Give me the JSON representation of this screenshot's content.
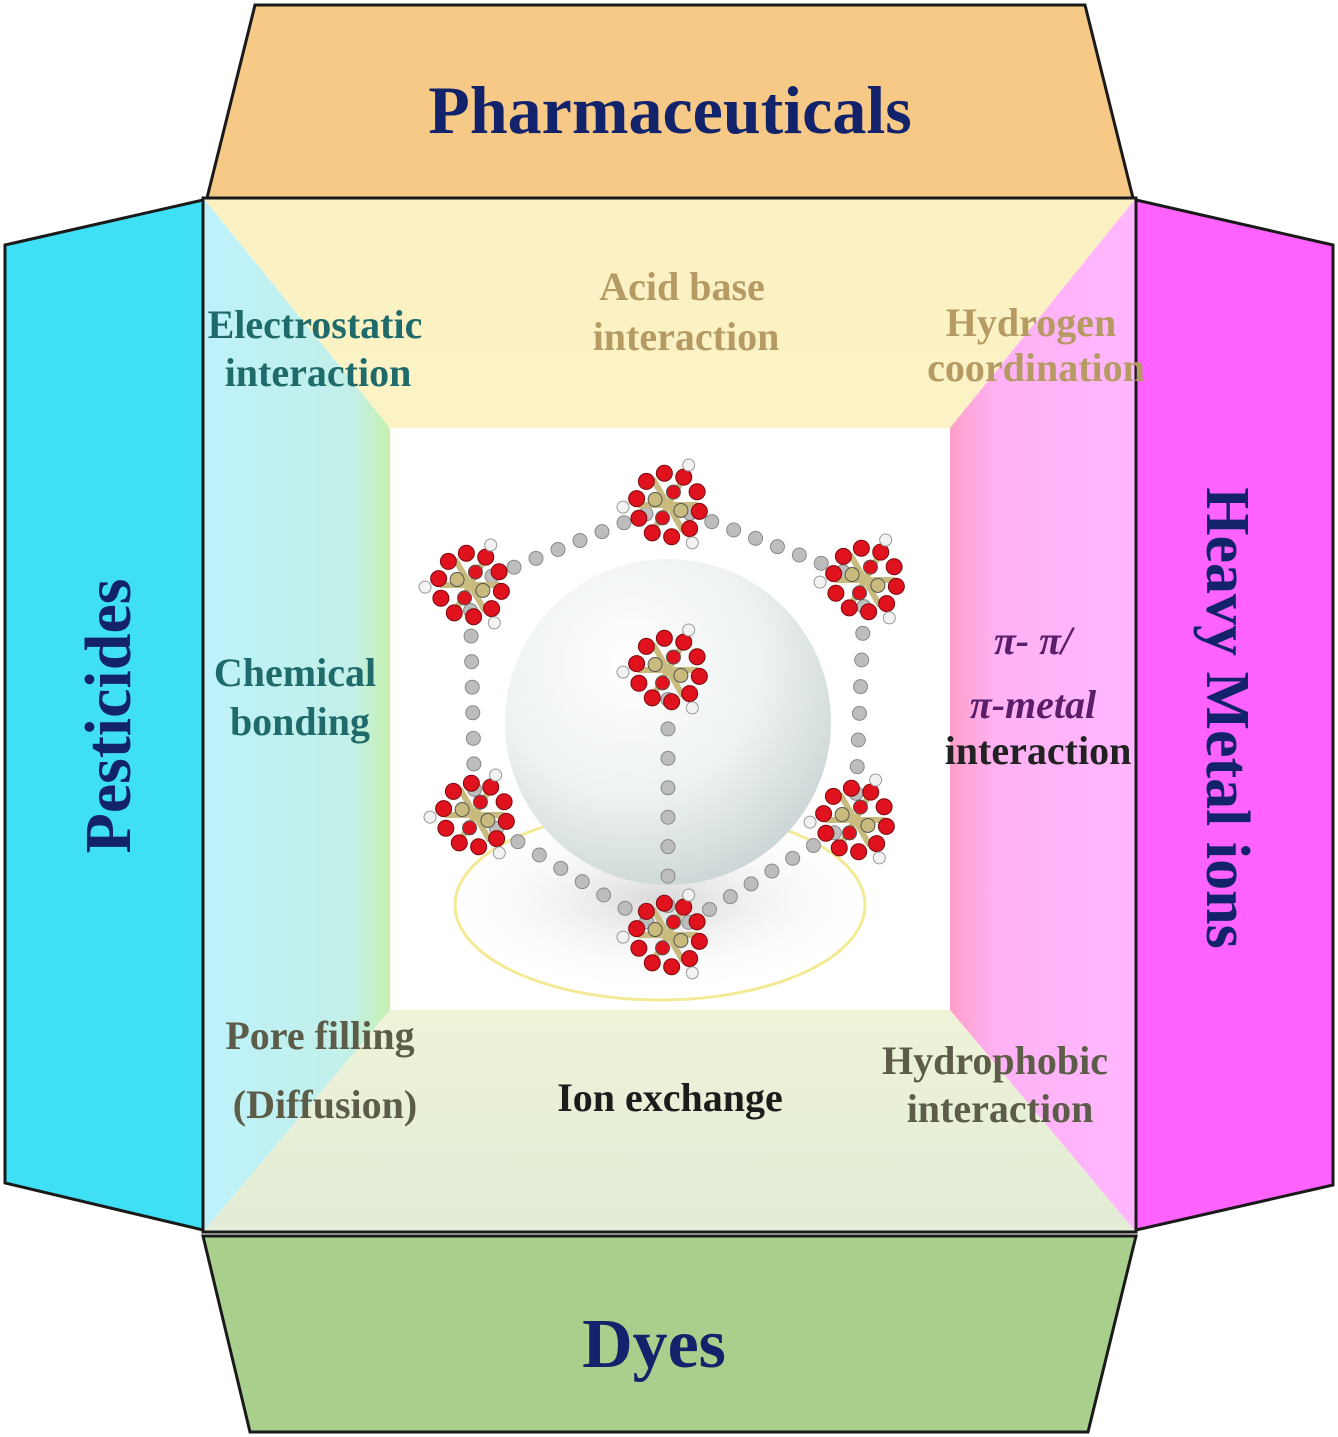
{
  "flaps": {
    "top": {
      "label": "Pharmaceuticals",
      "color": "#f7c987"
    },
    "left": {
      "label": "Pesticides",
      "color": "#3fe0f5"
    },
    "right": {
      "label": "Heavy Metal ions",
      "color": "#ff62ff"
    },
    "bottom": {
      "label": "Dyes",
      "color": "#a8d08c"
    }
  },
  "mechanisms": {
    "electrostatic": [
      "Electrostatic",
      "interaction"
    ],
    "acid_base": [
      "Acid base",
      "interaction"
    ],
    "hydrogen": [
      "Hydrogen",
      "coordination"
    ],
    "chemical": [
      "Chemical",
      "bonding"
    ],
    "pi": [
      "π- π/",
      "π-metal",
      "interaction"
    ],
    "pore": [
      "Pore filling",
      "(Diffusion)"
    ],
    "ion_exchange": "Ion exchange",
    "hydrophobic": [
      "Hydrophobic",
      "interaction"
    ]
  },
  "colors": {
    "inner_top": "#faeebc",
    "inner_left": "#bff1fa",
    "inner_right": "#ffb3ff",
    "inner_bottom": "#e4ecd7",
    "atom_o": "#e0121e",
    "atom_zr": "#c9bb7d",
    "atom_c": "#bdbdbd",
    "label_text": "#12236b"
  }
}
